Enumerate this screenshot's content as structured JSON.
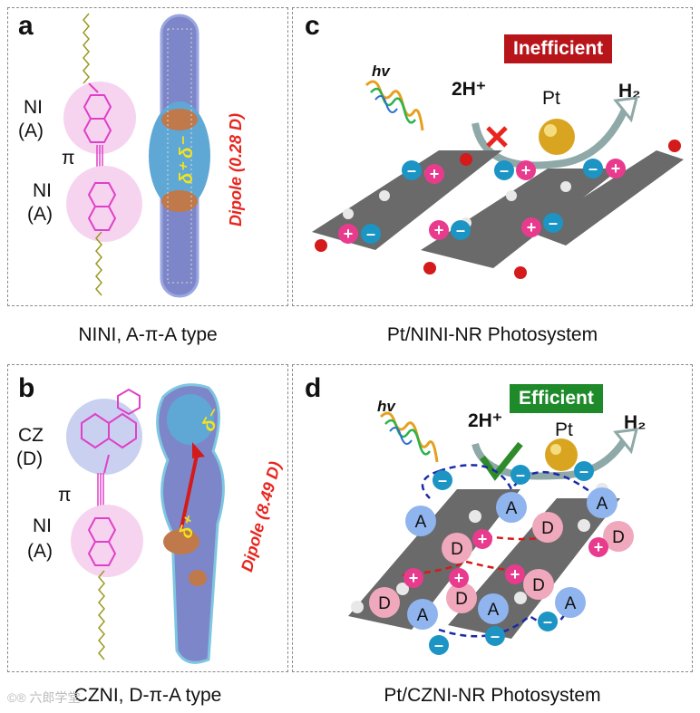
{
  "panels": {
    "a": {
      "label": "a",
      "caption": "NINI, A-π-A type",
      "unit_top": "NI",
      "unit_top_role": "(A)",
      "linker": "π",
      "unit_bottom": "NI",
      "unit_bottom_role": "(A)",
      "dipole_label": "Dipole (0.28 D)",
      "delta_text": "δ⁺ δ⁻"
    },
    "b": {
      "label": "b",
      "caption": "CZNI, D-π-A type",
      "unit_top": "CZ",
      "unit_top_role": "(D)",
      "linker": "π",
      "unit_bottom": "NI",
      "unit_bottom_role": "(A)",
      "dipole_label": "Dipole (8.49 D)",
      "delta_minus": "δ⁻",
      "delta_plus": "δ⁺"
    },
    "c": {
      "label": "c",
      "caption": "Pt/NINI-NR Photosystem",
      "status": "Inefficient",
      "hv": "hv",
      "reactant": "2H⁺",
      "catalyst": "Pt",
      "product": "H₂"
    },
    "d": {
      "label": "d",
      "caption": "Pt/CZNI-NR Photosystem",
      "status": "Efficient",
      "hv": "hv",
      "reactant": "2H⁺",
      "catalyst": "Pt",
      "product": "H₂"
    }
  },
  "colors": {
    "inefficient": "#b8151b",
    "efficient": "#1e8a2a",
    "dipole_text": "#e8261f",
    "molecule_pink": "#e040c8",
    "acceptor_blue": "#4a7fd6",
    "donor_pink": "#e87a9a"
  },
  "watermark": "©® 六郎学堂"
}
